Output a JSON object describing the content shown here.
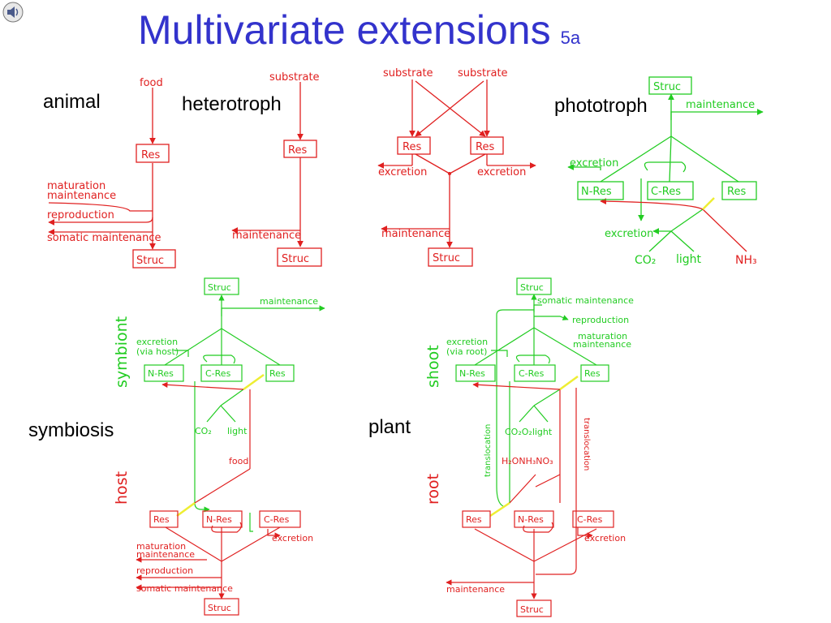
{
  "title": "Multivariate extensions",
  "slide_number": "5a",
  "labels": {
    "animal": "animal",
    "heterotroph": "heterotroph",
    "phototroph": "phototroph",
    "symbiosis": "symbiosis",
    "plant": "plant"
  },
  "icons": {
    "speaker": "speaker-icon"
  },
  "colors": {
    "title": "#3333cc",
    "heterotroph_flux": "#e02020",
    "autotroph_flux": "#22cc22",
    "coupling": "#eeee33"
  },
  "t": {
    "food": "food",
    "substrate": "substrate",
    "res": "Res",
    "struc": "Struc",
    "nres": "N-Res",
    "cres": "C-Res",
    "maturation": "maturation",
    "maintenance": "maintenance",
    "reproduction": "reproduction",
    "somatic_maintenance": "somatic maintenance",
    "excretion": "excretion",
    "via_host": "(via host)",
    "via_root": "(via root)",
    "co2": "CO₂",
    "light": "light",
    "nh3": "NH₃",
    "symbiont": "symbiont",
    "host": "host",
    "shoot": "shoot",
    "root": "root",
    "translocation": "translocation",
    "co2o2light": "CO₂O₂light",
    "nutrients": "H₂ONH₃NO₃"
  }
}
